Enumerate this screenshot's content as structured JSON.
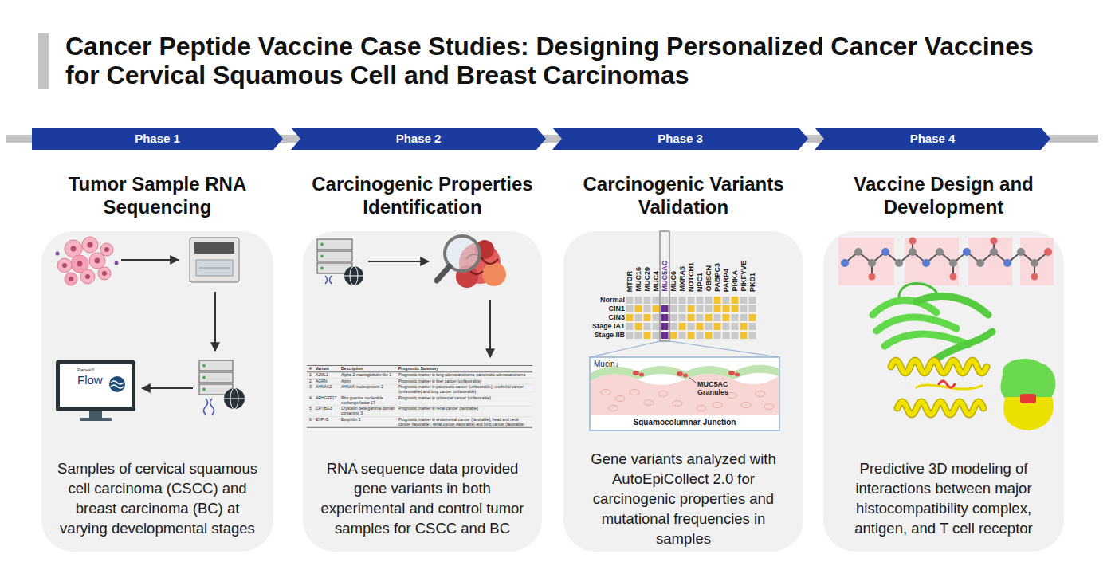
{
  "diagram": {
    "title": "Cancer Peptide Vaccine Case Studies: Designing Personalized Cancer Vaccines for Cervical Squamous Cell and Breast Carcinomas",
    "nodes": [
      {
        "text": [
          "Phase 1"
        ]
      },
      {
        "text": [
          "Phase 2"
        ]
      },
      {
        "text": [
          "Phase 3"
        ]
      },
      {
        "text": [
          "Phase 4"
        ]
      },
      {
        "text": [
          "Tumor Sample RNA Sequencing",
          "Samples of cervical squamous cell carcinoma (CSCC) and breast carcinoma (BC) at varying developmental stages"
        ]
      },
      {
        "text": [
          "Carcinogenic Properties Identification",
          "RNA sequence data provided gene variants in both experimental and control tumor samples for CSCC and BC"
        ]
      },
      {
        "text": [
          "Carcinogenic Variants Validation",
          "Gene variants analyzed with AutoEpiCollect 2.0 for carcinogenic properties and mutational frequencies in samples"
        ]
      },
      {
        "text": [
          "Vaccine Design and Development",
          "Predictive 3D modeling of interactions between major histocompatibility complex, antigen, and T cell receptor"
        ]
      }
    ],
    "labels": [
      "Partek®",
      "Flow",
      "#",
      "Variant",
      "Description",
      "Prognostic Summary",
      "1",
      "A2ML1",
      "Alpha-2-macroglobulin like 1",
      "Prognostic marker in lung adenocarcinoma, pancreatic adenocarcinoma",
      "2",
      "AGRN",
      "Agrin",
      "Prognostic marker in liver cancer (unfavorable)",
      "3",
      "AHNAK2",
      "AHNAK nucleoprotein 2",
      "Prognostic marker in pancreatic cancer (unfavorable), urothelial cancer (unfavorable) and lung cancer (unfavorable)",
      "4",
      "ARHGEF17",
      "Rho guanine nucleotide exchange factor 17",
      "Prognostic marker in colorectal cancer (unfavorable)",
      "5",
      "CRYBG3",
      "Crystallin beta-gamma domain containing 3",
      "Prognostic marker in renal cancer (favorable)",
      "6",
      "EXPH5",
      "Exophilin 5",
      "Prognostic marker in endometrial cancer (favorable), head and neck cancer (favorable), renal cancer (favorable) and lung cancer (favorable)",
      "MTOR",
      "MUC16",
      "MUC20",
      "MUC4",
      "MUC5AC",
      "MUC6",
      "MXRA5",
      "NOTCH1",
      "NPC1",
      "OBSCN",
      "PABPC3",
      "PARP4",
      "PI4KA",
      "PIKFYVE",
      "PKD1",
      "Normal",
      "CIN1",
      "CIN3",
      "Stage IA1",
      "Stage IIB",
      "Mucin↓",
      "MUC5AC Granules",
      "Squamocolumnar Junction"
    ]
  }
}
